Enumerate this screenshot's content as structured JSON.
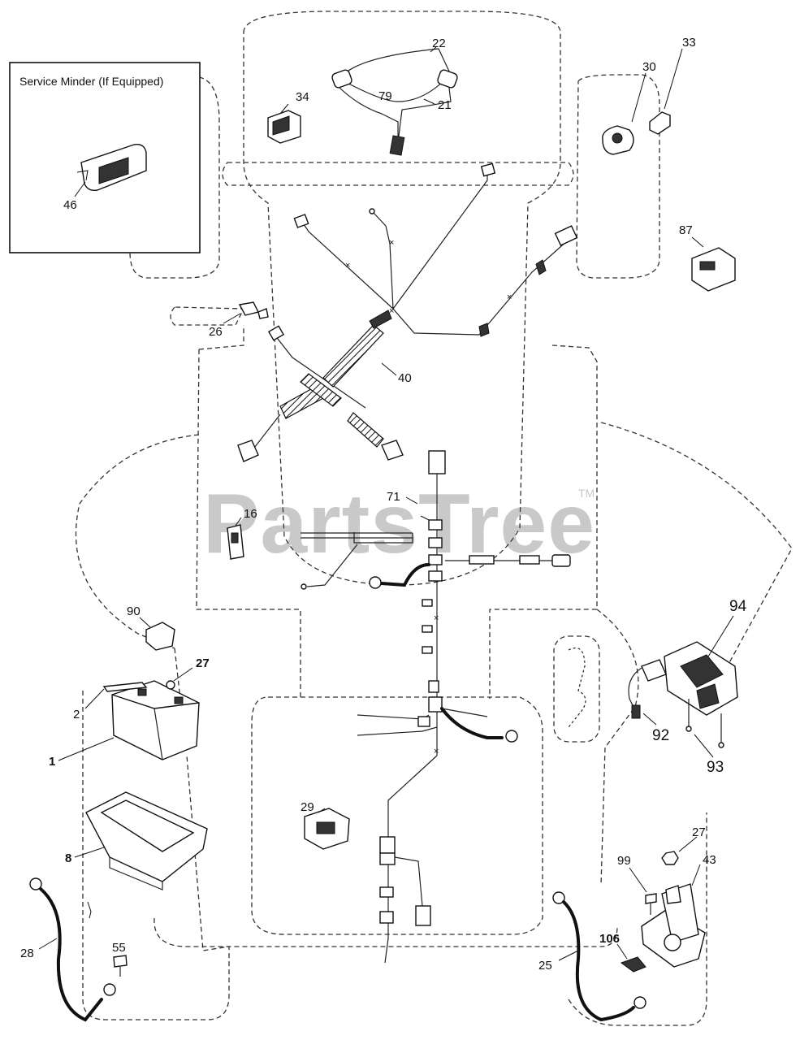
{
  "watermark": {
    "text": "PartsTree",
    "trademark": "TM"
  },
  "service_box": {
    "title": "Service Minder (If Equipped)",
    "part_ref": "46"
  },
  "callouts": {
    "c22": "22",
    "c79": "79",
    "c21": "21",
    "c34": "34",
    "c33": "33",
    "c30": "30",
    "c87": "87",
    "c26": "26",
    "c40": "40",
    "c71": "71",
    "c16": "16",
    "c90": "90",
    "c27a": "27",
    "c2": "2",
    "c1": "1",
    "c8": "8",
    "c28": "28",
    "c55": "55",
    "c29": "29",
    "c94": "94",
    "c92": "92",
    "c93": "93",
    "c27b": "27",
    "c43": "43",
    "c99": "99",
    "c106": "106",
    "c25": "25"
  }
}
